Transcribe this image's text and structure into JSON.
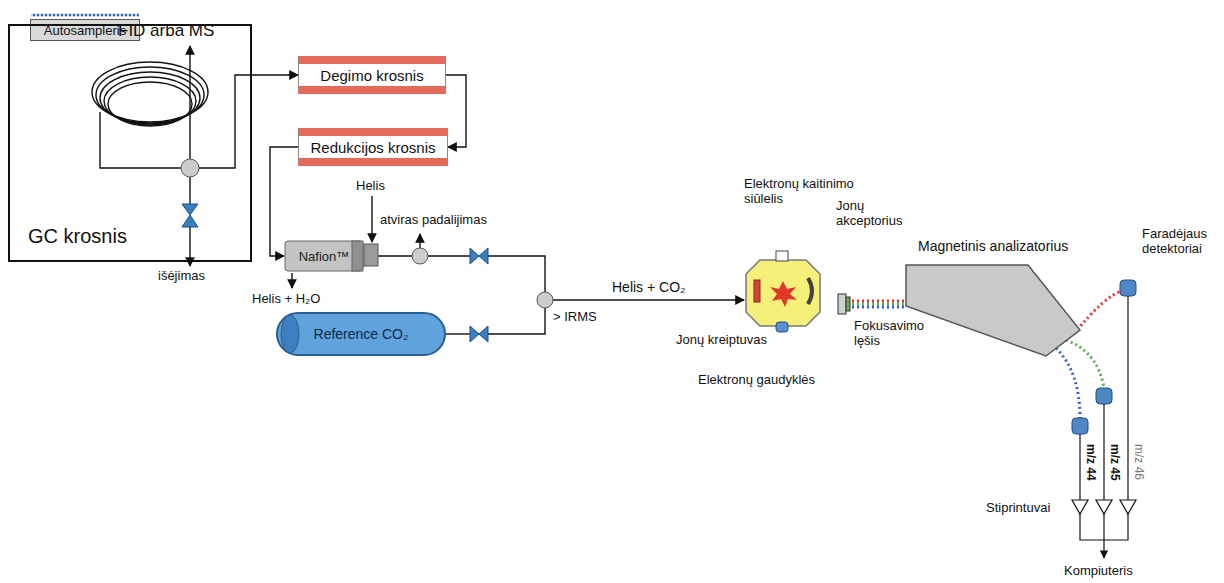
{
  "diagram": {
    "nodes": [
      {
        "text": [
          "Autosampleris"
        ]
      },
      {
        "text": [
          "GC krosnis"
        ]
      },
      {
        "text": [
          "Degimo krosnis"
        ]
      },
      {
        "text": [
          "Redukcijos krosnis"
        ]
      },
      {
        "text": [
          "Nafion™"
        ]
      },
      {
        "text": [
          "Reference CO₂"
        ]
      },
      {
        "text": [
          "Magnetinis analizatorius"
        ]
      }
    ],
    "edges": [
      {
        "from": 1,
        "to": 2,
        "arrow": "to"
      },
      {
        "from": 2,
        "to": 3,
        "arrow": "to"
      },
      {
        "from": 3,
        "to": 4,
        "arrow": "to"
      }
    ],
    "labels": [
      "FID arba MS",
      "išėjimas",
      "Helis",
      "atviras padalijimas",
      "Helis + H₂O",
      "Helis + CO₂",
      "> IRMS",
      "Elektronų kaitinimo siūlelis",
      "Jonų akceptorius",
      "Jonų kreiptuvas",
      "Elektronų gaudyklės",
      "Fokusavimo lęšis",
      "Faradėjaus detektoriai",
      "m/z 44",
      "m/z 45",
      "m/z 46",
      "Stiprintuvai",
      "Kompiuteris"
    ]
  }
}
